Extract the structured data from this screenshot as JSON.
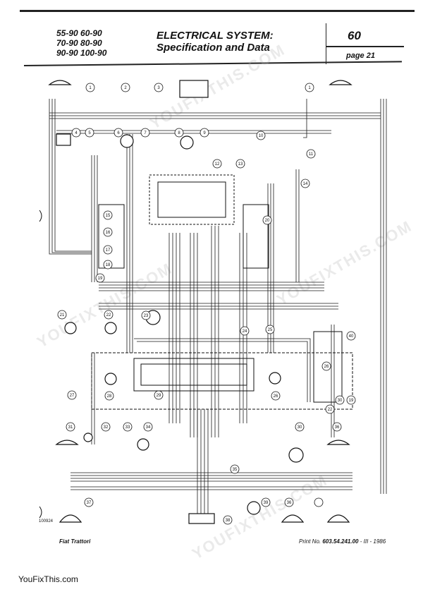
{
  "header": {
    "models": [
      "55-90  60-90",
      "70-90  80-90",
      "90-90 100-90"
    ],
    "title_line1": "ELECTRICAL SYSTEM:",
    "title_line2": "Specification and Data",
    "section_number": "60",
    "page_label": "page 21"
  },
  "diagram": {
    "figure_code": "100924",
    "components": [
      "1",
      "2",
      "3",
      "1",
      "4",
      "5",
      "6",
      "7",
      "8",
      "9",
      "10",
      "11",
      "12",
      "13",
      "14",
      "15",
      "16",
      "17",
      "18",
      "19",
      "20",
      "21",
      "22",
      "23",
      "24",
      "25",
      "40",
      "26",
      "27",
      "28",
      "29",
      "26",
      "19",
      "22",
      "30",
      "31",
      "32",
      "33",
      "34",
      "35",
      "30",
      "36",
      "37",
      "38",
      "39",
      "36"
    ]
  },
  "footer": {
    "brand": "Fiat Trattori",
    "print_prefix": "Print No. ",
    "print_number": "603.54.241.00",
    "print_suffix": " - III - 1986"
  },
  "site": "YouFixThis.com"
}
